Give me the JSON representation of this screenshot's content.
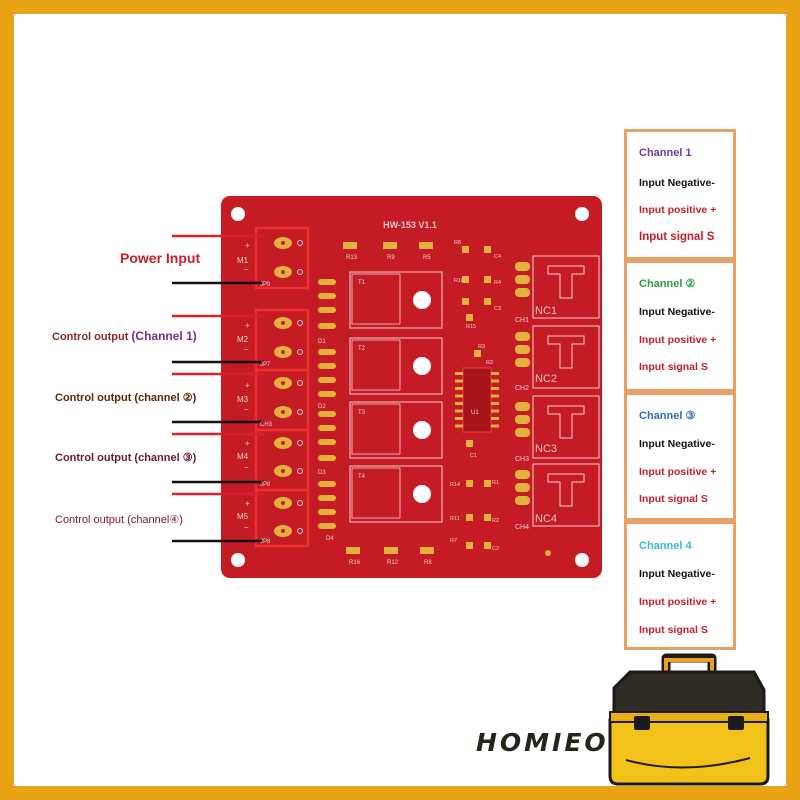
{
  "board": {
    "title": "HW-153 V1.1",
    "connectors": [
      "M1",
      "M2",
      "M3",
      "M4",
      "M5"
    ],
    "jp_labels": [
      "JP9",
      "JP7",
      "CH3",
      "JP8",
      "JP8"
    ],
    "polarity": {
      "plus": "+",
      "minus": "−"
    },
    "mosfets": [
      "T1",
      "T2",
      "T3",
      "T4"
    ],
    "diodes": [
      "D1",
      "D2",
      "D3",
      "D4"
    ],
    "ic": "U1",
    "top_resistors": [
      "R13",
      "R9",
      "R5"
    ],
    "bottom_resistors": [
      "R16",
      "R12",
      "R8"
    ],
    "mid_labels": [
      "R6",
      "C4",
      "R10",
      "R4",
      "C3",
      "R15",
      "R3",
      "R2",
      "C1",
      "R14",
      "R1",
      "R11",
      "R2",
      "R7",
      "C2"
    ],
    "channels": [
      "CH1",
      "CH2",
      "CH3",
      "CH4"
    ],
    "relays": [
      "NC1",
      "NC2",
      "NC3",
      "NC4"
    ]
  },
  "labels": {
    "power_input": "Power Input",
    "outputs": [
      {
        "prefix": "Control output ",
        "channel": "(Channel 1)",
        "color": "#7A2D8C",
        "prefix_color": "#8C2A2A"
      },
      {
        "prefix": "Control output (channel ②)",
        "channel": "",
        "color": "#5A2A0E",
        "prefix_color": "#5A2A0E"
      },
      {
        "prefix": "Control output (channel ③)",
        "channel": "",
        "color": "#6A1A3A",
        "prefix_color": "#6A1A3A"
      },
      {
        "prefix": "Control output (channel④)",
        "channel": "",
        "color": "#7A1A2A",
        "prefix_color": "#7A1A2A"
      }
    ]
  },
  "panels": [
    {
      "title": "Channel 1",
      "title_color": "#6A3D9A",
      "neg": "Input Negative-",
      "pos": "Input positive +",
      "sig": "Input signal S"
    },
    {
      "title": "Channel ②",
      "title_color": "#2E9E3E",
      "neg": "Input Negative-",
      "pos": "Input positive +",
      "sig": "Input signal S"
    },
    {
      "title": "Channel ③",
      "title_color": "#2A6EB8",
      "neg": "Input Negative-",
      "pos": "Input positive +",
      "sig": "Input signal S"
    },
    {
      "title": "Channel 4",
      "title_color": "#3AB8D8",
      "neg": "Input Negative-",
      "pos": "Input positive +",
      "sig": "Input signal S"
    }
  ],
  "colors": {
    "board": "#C51B24",
    "pad": "#E2B23C",
    "outline": "#E13A3A",
    "neg": "#111111",
    "pos": "#C8202A",
    "sig": "#C8202A",
    "frame": "#E8A317",
    "panel_border": "#E8A064"
  },
  "brand": "HOMIEO",
  "icons": {
    "logo": "toolbox-icon"
  }
}
